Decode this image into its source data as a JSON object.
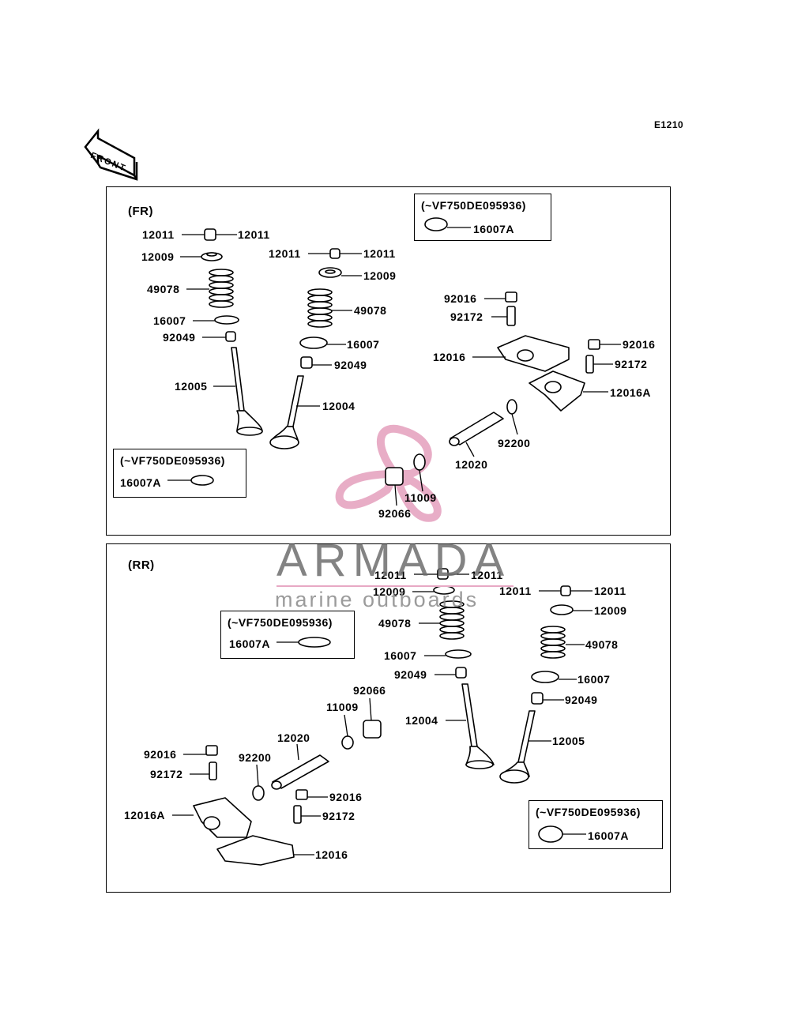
{
  "diagram": {
    "ref_code": "E1210",
    "front_label": "FRONT",
    "sections": {
      "fr": {
        "label": "(FR)"
      },
      "rr": {
        "label": "(RR)"
      }
    },
    "notes": {
      "fr_top": {
        "title": "(~VF750DE095936)",
        "part": "16007A"
      },
      "fr_left": {
        "title": "(~VF750DE095936)",
        "part": "16007A"
      },
      "rr_left": {
        "title": "(~VF750DE095936)",
        "part": "16007A"
      },
      "rr_right": {
        "title": "(~VF750DE095936)",
        "part": "16007A"
      }
    },
    "fr_parts": {
      "a_12011_l": "12011",
      "a_12011_r": "12011",
      "a_12009": "12009",
      "a_49078": "49078",
      "a_16007": "16007",
      "a_92049": "92049",
      "a_12005": "12005",
      "b_12011_l": "12011",
      "b_12011_r": "12011",
      "b_12009": "12009",
      "b_49078": "49078",
      "b_16007": "16007",
      "b_92049": "92049",
      "b_12004": "12004",
      "c_92016_a": "92016",
      "c_92172_a": "92172",
      "c_12016": "12016",
      "c_92016_b": "92016",
      "c_92172_b": "92172",
      "c_12016A": "12016A",
      "c_92200": "92200",
      "c_12020": "12020",
      "c_11009": "11009",
      "c_92066": "92066"
    },
    "rr_parts": {
      "a_12011_l": "12011",
      "a_12011_r": "12011",
      "a_12009": "12009",
      "a_49078": "49078",
      "a_16007": "16007",
      "a_92049": "92049",
      "a_12004": "12004",
      "b_12011_l": "12011",
      "b_12011_r": "12011",
      "b_12009": "12009",
      "b_49078": "49078",
      "b_16007": "16007",
      "b_92049": "92049",
      "b_12005": "12005",
      "c_92066": "92066",
      "c_11009": "11009",
      "c_12020": "12020",
      "c_92200": "92200",
      "c_92016_a": "92016",
      "c_92172_a": "92172",
      "c_12016A": "12016A",
      "c_92016_b": "92016",
      "c_92172_b": "92172",
      "c_12016": "12016"
    }
  },
  "watermark": {
    "name": "ARMADA",
    "tagline": "marine outboards",
    "accent_color": "#e7a9c4",
    "text_color": "#6e6e6e"
  }
}
